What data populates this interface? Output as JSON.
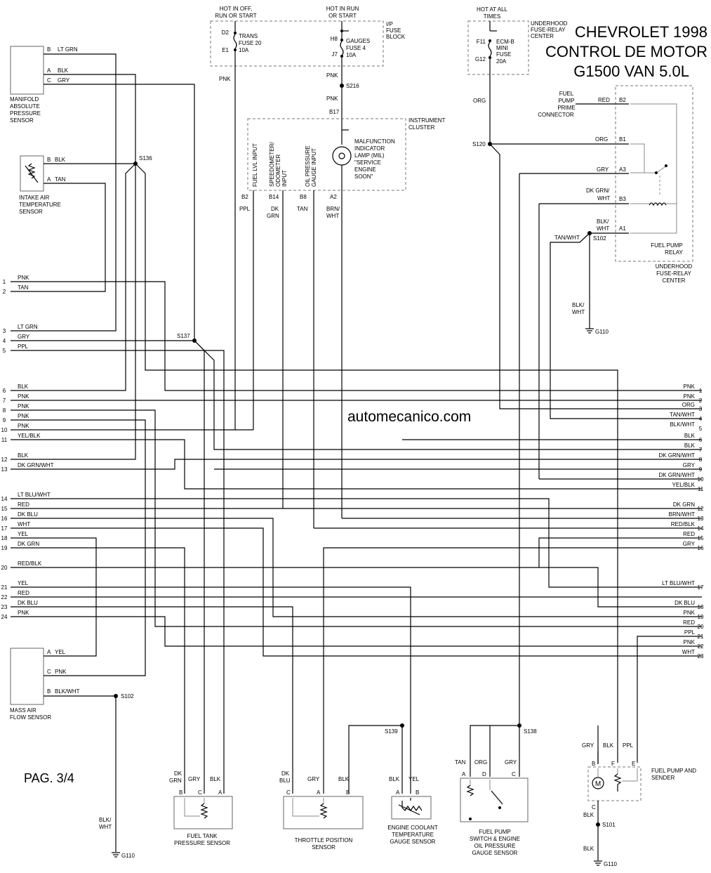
{
  "title": {
    "make_year": "CHEVROLET 1998",
    "system": "CONTROL DE MOTOR",
    "model": "G1500 VAN 5.0L"
  },
  "watermark": "automecanico.com",
  "page_label": "PAG. 3/4",
  "fuse_blocks": {
    "ip": {
      "label1": "I/P",
      "label2": "FUSE",
      "label3": "BLOCK",
      "hot1_a": "HOT IN OFF,",
      "hot1_b": "RUN OR START",
      "hot2_a": "HOT IN RUN",
      "hot2_b": "OR START",
      "trans_pin_top": "D2",
      "trans_pin_bot": "E1",
      "trans_l1": "TRANS",
      "trans_l2": "FUSE 20",
      "trans_l3": "10A",
      "gauge_pin_top": "H8",
      "gauge_pin_bot": "J7",
      "gauge_l1": "GAUGES",
      "gauge_l2": "FUSE 4",
      "gauge_l3": "10A"
    },
    "underhood": {
      "hot_a": "HOT AT ALL",
      "hot_b": "TIMES",
      "label1": "UNDERHOOD",
      "label2": "FUSE-RELAY",
      "label3": "CENTER",
      "pin_top": "F11",
      "pin_bot": "G12",
      "fuse_l1": "ECM-B",
      "fuse_l2": "MINI",
      "fuse_l3": "FUSE",
      "fuse_l4": "20A"
    }
  },
  "splices": {
    "s216": "S216",
    "s120": "S120",
    "s136": "S136",
    "s137": "S137",
    "s102a": "S102",
    "s102b": "S102",
    "s139": "S139",
    "s138": "S138",
    "s101": "S101"
  },
  "grounds": {
    "g110_a": "G110",
    "g110_b": "G110",
    "g110_c": "G110"
  },
  "instrument_cluster": {
    "label1": "INSTRUMENT",
    "label2": "CLUSTER",
    "in_fuel": "FUEL LVL INPUT",
    "in_speedo1": "SPEEDOMETER/",
    "in_speedo2": "ODOMETER",
    "in_speedo3": "INPUT",
    "in_oil1": "OIL PRESSURE",
    "in_oil2": "GAUGE INPUT",
    "mil_l1": "MALFUNCTION",
    "mil_l2": "INDICATOR",
    "mil_l3": "LAMP (MIL)",
    "mil_l4": "\"SERVICE",
    "mil_l5": "ENGINE",
    "mil_l6": "SOON\"",
    "pin_b2": "B2",
    "pin_b14": "B14",
    "pin_b8": "B8",
    "pin_a2": "A2",
    "pin_b17": "B17",
    "w_ppl": "PPL",
    "w_dk": "DK",
    "w_grn": "GRN",
    "w_tan": "TAN",
    "w_brn": "BRN/",
    "w_wht": "WHT",
    "w_pnk1": "PNK",
    "w_pnk2": "PNK",
    "w_pnk3": "PNK"
  },
  "fuel_pump_relay": {
    "prime_l1": "FUEL",
    "prime_l2": "PUMP",
    "prime_l3": "PRIME",
    "prime_l4": "CONNECTOR",
    "w_red": "RED",
    "w_org": "ORG",
    "w_gry": "GRY",
    "w_dkgrn1": "DK GRN/",
    "w_dkgrn2": "WHT",
    "w_blk1": "BLK/",
    "w_blk2": "WHT",
    "w_tanwht": "TAN/WHT",
    "w_org_left": "ORG",
    "w_blk_g1": "BLK/",
    "w_blk_g2": "WHT",
    "pin_b2": "B2",
    "pin_b1": "B1",
    "pin_a3": "A3",
    "pin_b3": "B3",
    "pin_a1": "A1",
    "relay_l1": "FUEL PUMP",
    "relay_l2": "RELAY",
    "center_l1": "UNDERHOOD",
    "center_l2": "FUSE-RELAY",
    "center_l3": "CENTER"
  },
  "sensors": {
    "map": {
      "l1": "MANIFOLD",
      "l2": "ABSOLUTE",
      "l3": "PRESSURE",
      "l4": "SENSOR",
      "p_b": "B",
      "w_b": "LT GRN",
      "p_a": "A",
      "w_a": "BLK",
      "p_c": "C",
      "w_c": "GRY"
    },
    "iat": {
      "l1": "INTAKE AIR",
      "l2": "TEMPERATURE",
      "l3": "SENSOR",
      "p_b": "B",
      "w_b": "BLK",
      "p_a": "A",
      "w_a": "TAN"
    },
    "maf": {
      "l1": "MASS AIR",
      "l2": "FLOW SENSOR",
      "p_a": "A",
      "w_a": "YEL",
      "p_c": "C",
      "w_c": "PNK",
      "p_b": "B",
      "w_b": "BLK/WHT",
      "w_g1": "BLK/",
      "w_g2": "WHT"
    },
    "ftp": {
      "l1": "FUEL TANK",
      "l2": "PRESSURE SENSOR",
      "w_dk": "DK",
      "w_grn": "GRN",
      "w_gry": "GRY",
      "w_blk": "BLK",
      "p_b": "B",
      "p_c": "C",
      "p_a": "A"
    },
    "tps": {
      "l1": "THROTTLE POSITION",
      "l2": "SENSOR",
      "w_dk": "DK",
      "w_blu": "BLU",
      "w_gry": "GRY",
      "w_blk": "BLK",
      "p_c": "C",
      "p_a": "A",
      "p_b": "B"
    },
    "ect": {
      "l1": "ENGINE COOLANT",
      "l2": "TEMPERATURE",
      "l3": "GAUGE SENSOR",
      "w_blk": "BLK",
      "w_yel": "YEL",
      "p_a": "A",
      "p_b": "B"
    },
    "fps": {
      "l1": "FUEL PUMP",
      "l2": "SWITCH & ENGINE",
      "l3": "OIL PRESSURE",
      "l4": "GAUGE SENSOR",
      "w_tan": "TAN",
      "w_org": "ORG",
      "w_gry": "GRY",
      "p_a": "A",
      "p_d": "D",
      "p_c": "C"
    },
    "fpsend": {
      "l1": "FUEL PUMP AND",
      "l2": "SENDER",
      "w_gry": "GRY",
      "w_blk": "BLK",
      "w_ppl": "PPL",
      "p_b": "B",
      "p_f": "F",
      "p_e": "E",
      "p_c": "C",
      "w_c": "BLK",
      "w_g": "BLK"
    }
  },
  "left_connector": [
    {
      "pin": "1",
      "wire": "PNK"
    },
    {
      "pin": "2",
      "wire": "TAN"
    },
    {
      "pin": "3",
      "wire": "LT GRN"
    },
    {
      "pin": "4",
      "wire": "GRY"
    },
    {
      "pin": "5",
      "wire": "PPL"
    },
    {
      "pin": "6",
      "wire": "BLK"
    },
    {
      "pin": "7",
      "wire": "PNK"
    },
    {
      "pin": "8",
      "wire": "PNK"
    },
    {
      "pin": "9",
      "wire": "PNK"
    },
    {
      "pin": "10",
      "wire": "PNK"
    },
    {
      "pin": "11",
      "wire": "YEL/BLK"
    },
    {
      "pin": "12",
      "wire": "BLK"
    },
    {
      "pin": "13",
      "wire": "DK GRN/WHT"
    },
    {
      "pin": "14",
      "wire": "LT BLU/WHT"
    },
    {
      "pin": "15",
      "wire": "RED"
    },
    {
      "pin": "16",
      "wire": "DK BLU"
    },
    {
      "pin": "17",
      "wire": "WHT"
    },
    {
      "pin": "18",
      "wire": "YEL"
    },
    {
      "pin": "19",
      "wire": "DK GRN"
    },
    {
      "pin": "20",
      "wire": "RED/BLK"
    },
    {
      "pin": "21",
      "wire": "YEL"
    },
    {
      "pin": "22",
      "wire": "RED"
    },
    {
      "pin": "23",
      "wire": "DK BLU"
    },
    {
      "pin": "24",
      "wire": "PNK"
    }
  ],
  "right_connector": [
    {
      "pin": "1",
      "wire": "PNK"
    },
    {
      "pin": "2",
      "wire": "PNK"
    },
    {
      "pin": "3",
      "wire": "ORG"
    },
    {
      "pin": "4",
      "wire": "TAN/WHT"
    },
    {
      "pin": "5",
      "wire": "BLK/WHT"
    },
    {
      "pin": "6",
      "wire": "BLK"
    },
    {
      "pin": "7",
      "wire": "BLK"
    },
    {
      "pin": "8",
      "wire": "DK GRN/WHT"
    },
    {
      "pin": "9",
      "wire": "GRY"
    },
    {
      "pin": "10",
      "wire": "DK GRN/WHT"
    },
    {
      "pin": "11",
      "wire": "YEL/BLK"
    },
    {
      "pin": "12",
      "wire": "DK GRN"
    },
    {
      "pin": "13",
      "wire": "BRN/WHT"
    },
    {
      "pin": "14",
      "wire": "RED/BLK"
    },
    {
      "pin": "15",
      "wire": "RED"
    },
    {
      "pin": "16",
      "wire": "GRY"
    },
    {
      "pin": "17",
      "wire": "LT BLU/WHT"
    },
    {
      "pin": "18",
      "wire": "DK BLU"
    },
    {
      "pin": "19",
      "wire": "PNK"
    },
    {
      "pin": "20",
      "wire": "RED"
    },
    {
      "pin": "21",
      "wire": "PPL"
    },
    {
      "pin": "22",
      "wire": "PNK"
    },
    {
      "pin": "23",
      "wire": "WHT"
    }
  ]
}
